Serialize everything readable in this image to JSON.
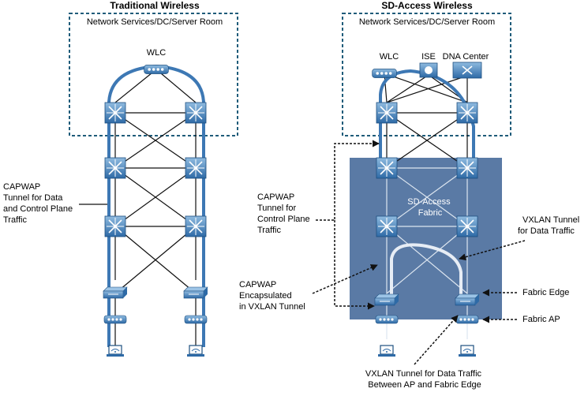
{
  "left": {
    "title": "Traditional Wireless",
    "services_box": "Network Services/DC/Server Room",
    "wlc": "WLC",
    "capwap_label": [
      "CAPWAP",
      "Tunnel for Data",
      "and Control Plane",
      "Traffic"
    ]
  },
  "right": {
    "title": "SD-Access Wireless",
    "services_box": "Network Services/DC/Server Room",
    "wlc": "WLC",
    "ise": "ISE",
    "dna": "DNA Center",
    "fabric": [
      "SD-Access",
      "Fabric"
    ],
    "capwap_control": [
      "CAPWAP",
      "Tunnel for",
      "Control Plane",
      "Traffic"
    ],
    "capwap_encap": [
      "CAPWAP",
      "Encapsulated",
      "in VXLAN Tunnel"
    ],
    "vxlan_data": [
      "VXLAN Tunnel",
      "for Data Traffic"
    ],
    "fabric_edge": "Fabric Edge",
    "fabric_ap": "Fabric AP",
    "vxlan_bottom": [
      "VXLAN Tunnel for Data Traffic",
      "Between AP and Fabric Edge"
    ]
  },
  "colors": {
    "tunnel": "#3d78b4",
    "fabric_bg": "#5a7aa5",
    "device": "#2e6aa6",
    "dashed_box": "#1f5c7a"
  }
}
